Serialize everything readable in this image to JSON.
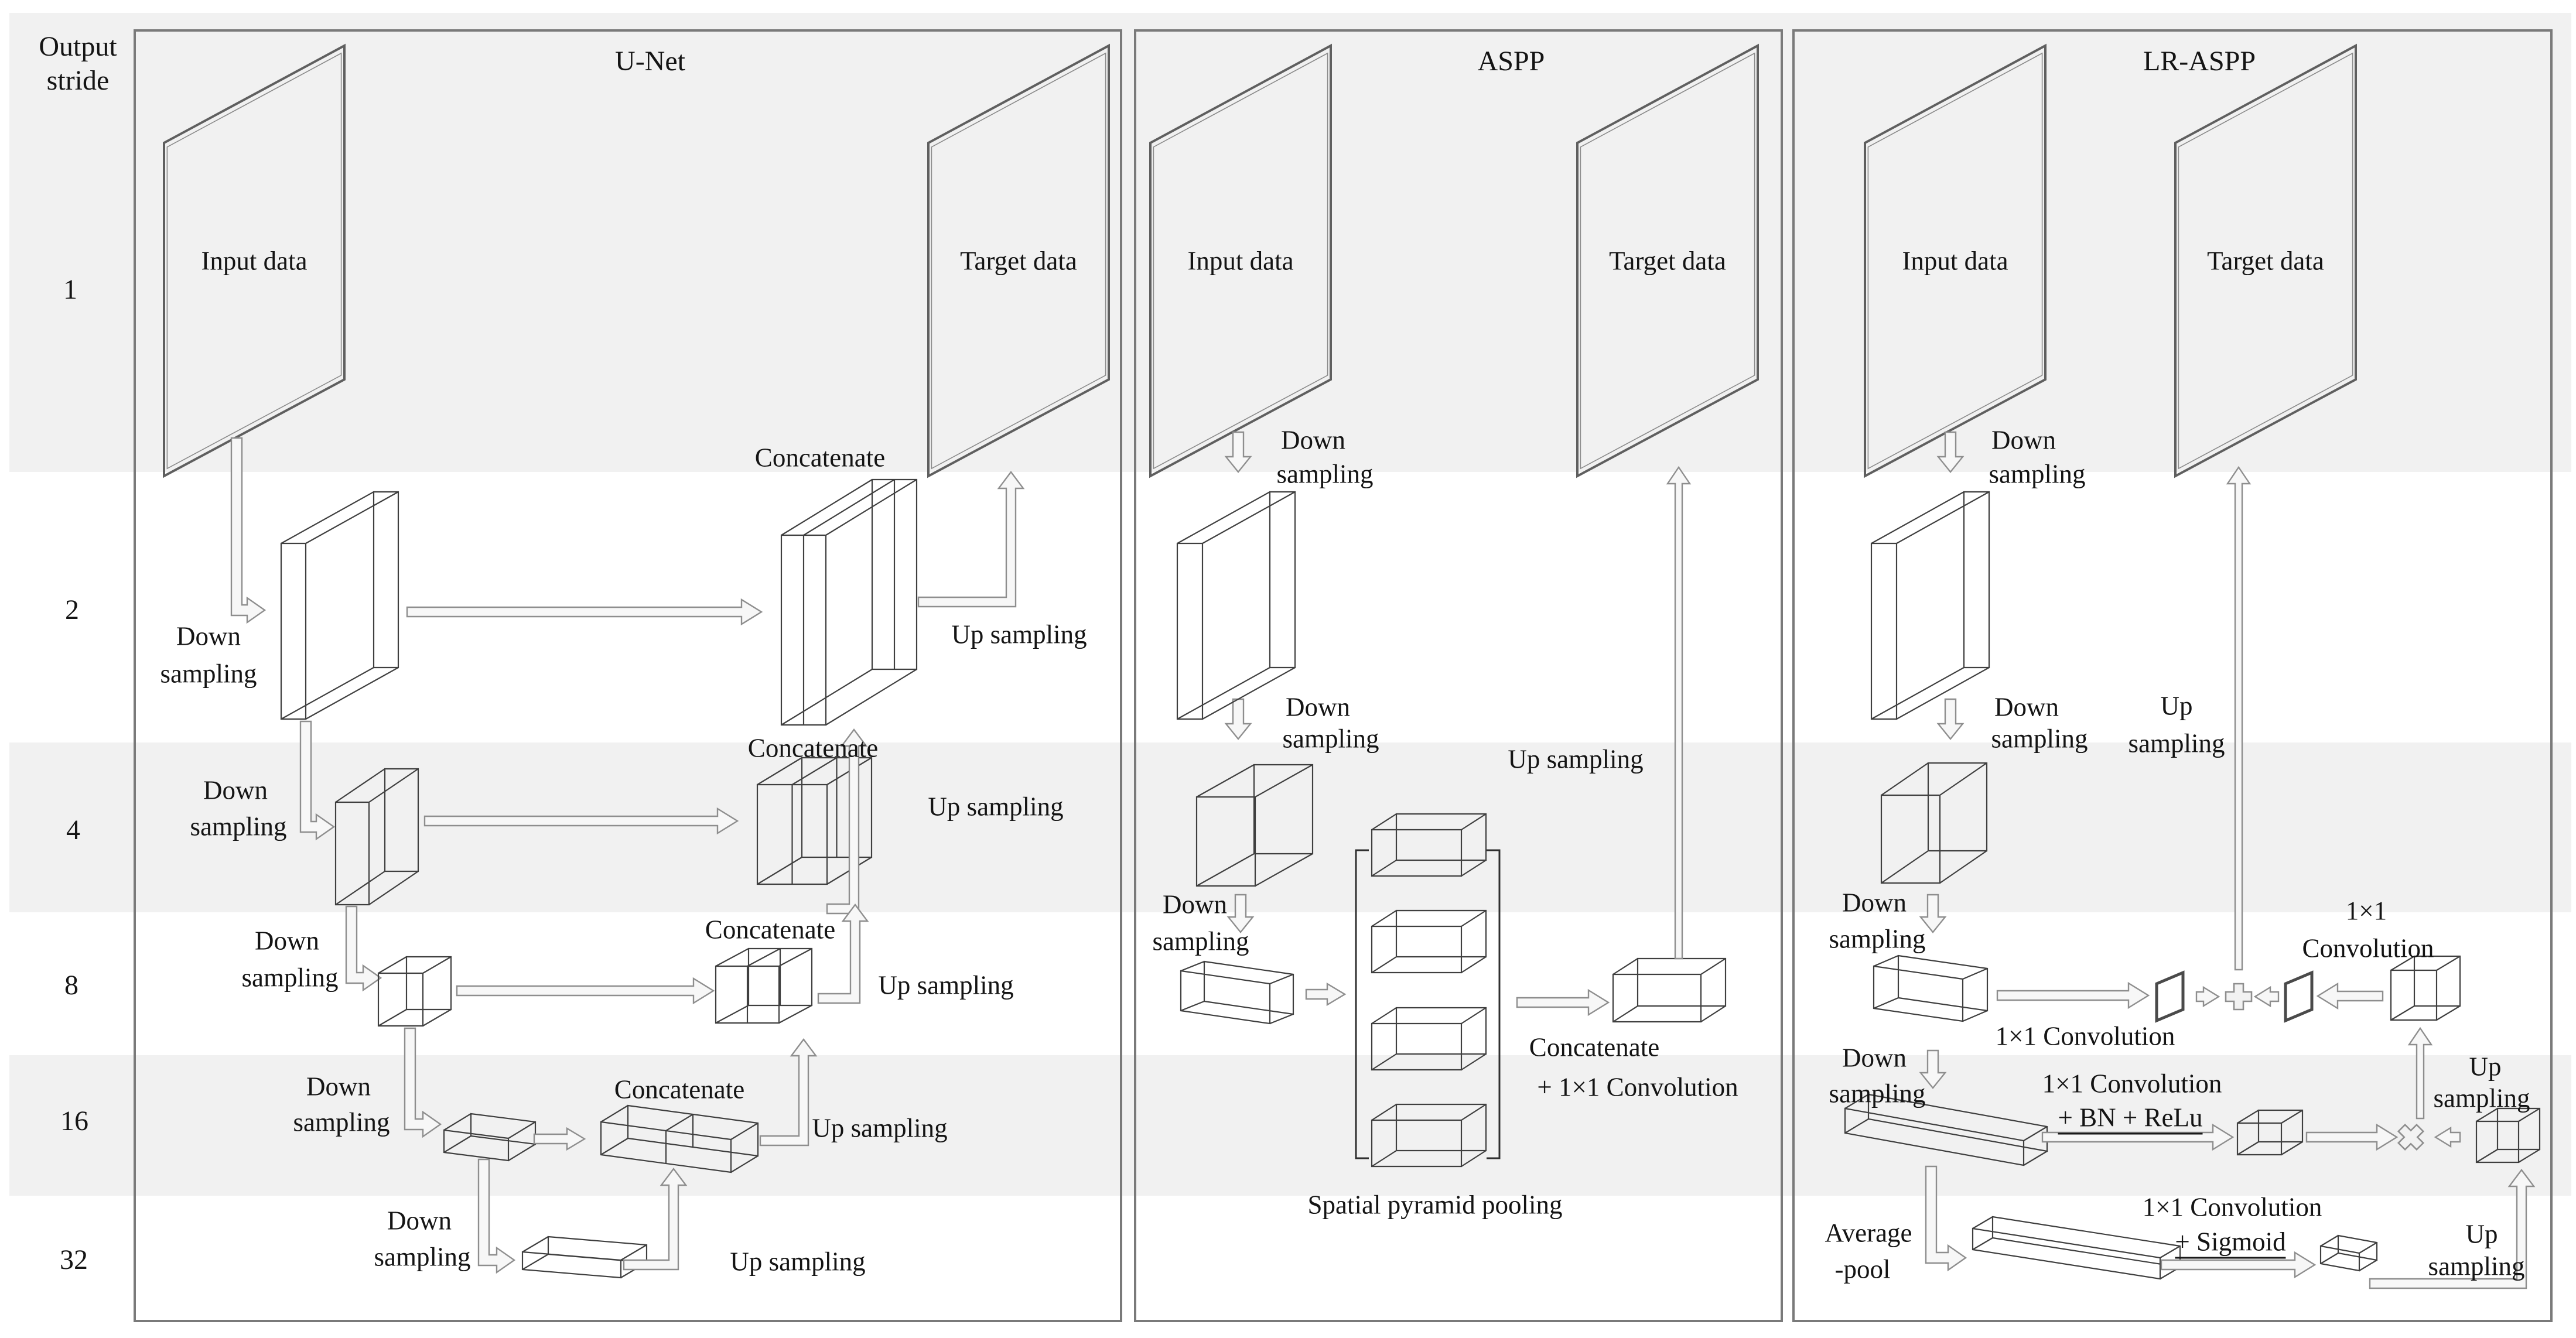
{
  "figure": {
    "type": "architecture-comparison-diagram",
    "colors": {
      "band_gray": "#f1f1f1",
      "panel_border": "#7a7a7a",
      "wire": "#3f3f3f",
      "arrow": "#8e8e8e",
      "text": "#141414"
    },
    "output_strides": [
      "1",
      "2",
      "4",
      "8",
      "16",
      "32"
    ]
  },
  "axis": {
    "l1": "Output",
    "l2": "stride",
    "r1": "1",
    "r2": "2",
    "r4": "4",
    "r8": "8",
    "r16": "16",
    "r32": "32"
  },
  "unet": {
    "title": "U-Net",
    "input": "Input data",
    "target": "Target data",
    "ds1a": "Down",
    "ds1b": "sampling",
    "ds2a": "Down",
    "ds2b": "sampling",
    "ds3a": "Down",
    "ds3b": "sampling",
    "ds4a": "Down",
    "ds4b": "sampling",
    "ds5a": "Down",
    "ds5b": "sampling",
    "cat2": "Concatenate",
    "cat4": "Concatenate",
    "cat8": "Concatenate",
    "cat16": "Concatenate",
    "up2": "Up sampling",
    "up4": "Up sampling",
    "up8": "Up sampling",
    "up16": "Up sampling",
    "up32": "Up sampling"
  },
  "aspp": {
    "title": "ASPP",
    "input": "Input data",
    "target": "Target data",
    "ds1a": "Down",
    "ds1b": "sampling",
    "ds2a": "Down",
    "ds2b": "sampling",
    "ds3a": "Down",
    "ds3b": "sampling",
    "up": "Up sampling",
    "cat1": "Concatenate",
    "cat2": "+ 1×1 Convolution",
    "spp": "Spatial pyramid pooling"
  },
  "lr": {
    "title": "LR-ASPP",
    "input": "Input data",
    "target": "Target data",
    "ds1a": "Down",
    "ds1b": "sampling",
    "ds2a": "Down",
    "ds2b": "sampling",
    "ds3a": "Down",
    "ds3b": "sampling",
    "ds4a": "Down",
    "ds4b": "sampling",
    "upmaina": "Up",
    "upmainb": "sampling",
    "conv8": "1×1 Convolution",
    "conv8b1": "1×1",
    "conv8b2": "Convolution",
    "conv16a": "1×1 Convolution",
    "conv16b": "+ BN + ReLu",
    "up16a": "Up",
    "up16b": "sampling",
    "avg1": "Average",
    "avg2": "-pool",
    "conv32a": "1×1 Convolution",
    "conv32b": "+ Sigmoid",
    "up32a": "Up",
    "up32b": "sampling"
  }
}
